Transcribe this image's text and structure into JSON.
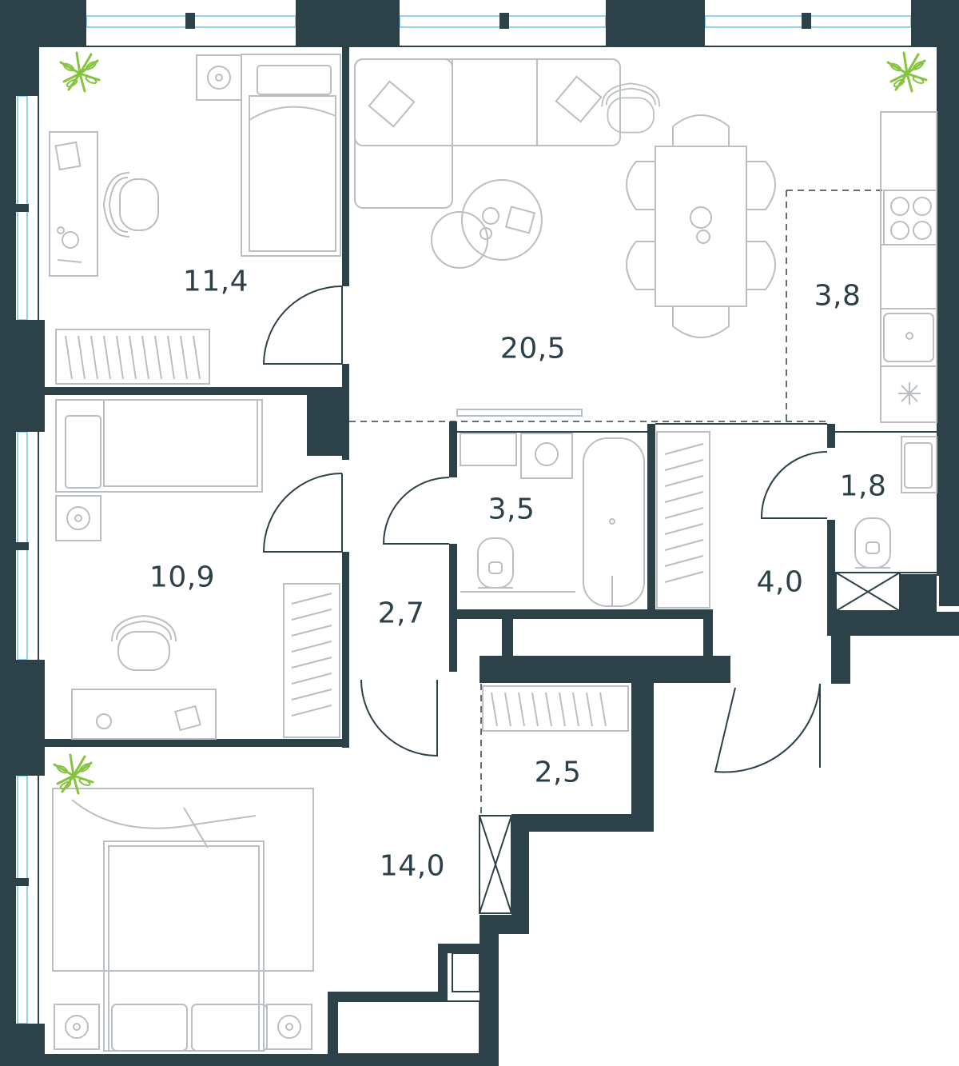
{
  "colors": {
    "wall": "#2d4148",
    "furniture": "#b9bfc2",
    "window": "#8fd3ee",
    "plant": "#86c440",
    "label": "#2b4048",
    "background": "#ffffff"
  },
  "rooms": [
    {
      "id": "bedroom-1",
      "area": "11,4"
    },
    {
      "id": "living-room",
      "area": "20,5"
    },
    {
      "id": "kitchen",
      "area": "3,8"
    },
    {
      "id": "bedroom-2",
      "area": "10,9"
    },
    {
      "id": "bathroom",
      "area": "3,5"
    },
    {
      "id": "corridor",
      "area": "2,7"
    },
    {
      "id": "wc",
      "area": "1,8"
    },
    {
      "id": "hallway",
      "area": "4,0"
    },
    {
      "id": "storage",
      "area": "2,5"
    },
    {
      "id": "master-bedroom",
      "area": "14,0"
    }
  ]
}
